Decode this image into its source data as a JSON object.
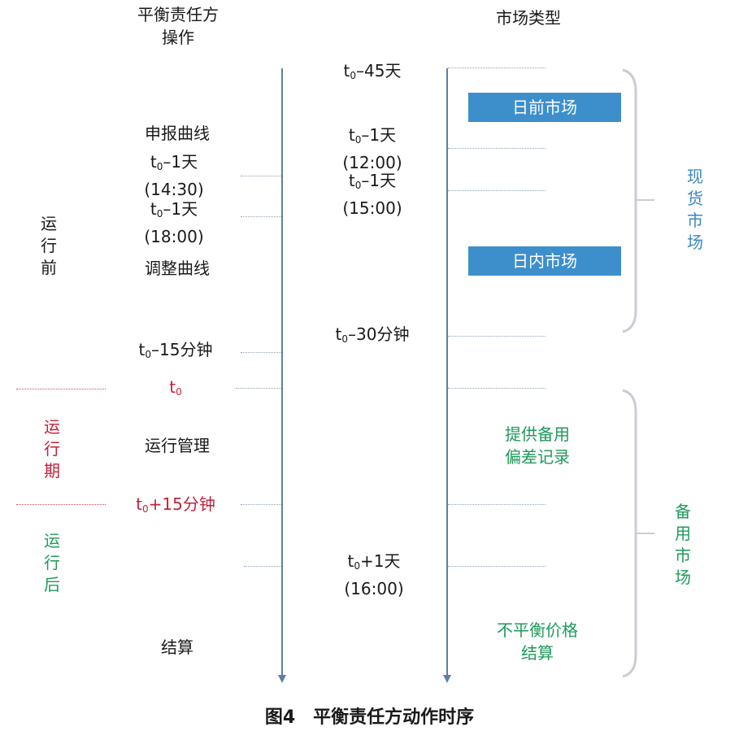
{
  "headers": {
    "left": "平衡责任方\n操作",
    "right": "市场类型"
  },
  "phases": {
    "before": "运行前",
    "during": "运行期",
    "after": "运行后"
  },
  "left_events": {
    "bid_curve": "申报曲线",
    "t1_1430_a": "t",
    "t1_1430_b": "–1天\n(14:30)",
    "t1_1800_a": "t",
    "t1_1800_b": "–1天\n(18:00)",
    "adjust_curve": "调整曲线",
    "t15min_a": "t",
    "t15min_b": "–15分钟",
    "t0": "t",
    "operation": "运行管理",
    "t15plus_a": "t",
    "t15plus_b": "+15分钟",
    "settlement": "结算"
  },
  "mid_times": {
    "t45": "–45天",
    "t1_1200": "–1天\n(12:00)",
    "t1_1500": "–1天\n(15:00)",
    "t30": "–30分钟",
    "tplus1": "+1天\n(16:00)",
    "t_letter": "t",
    "sub0": "0"
  },
  "markets": {
    "day_ahead": "日前市场",
    "intraday": "日内市场",
    "reserve": "提供备用\n偏差记录",
    "imbalance": "不平衡价格\n结算"
  },
  "groups": {
    "spot": "现货市场",
    "standby": "备用市场"
  },
  "caption": "图4　平衡责任方动作时序",
  "colors": {
    "axis": "#5f7fa3",
    "box": "#3d8fcc",
    "red": "#c0233a",
    "green": "#1e9a5a",
    "blue": "#3a86bf"
  }
}
